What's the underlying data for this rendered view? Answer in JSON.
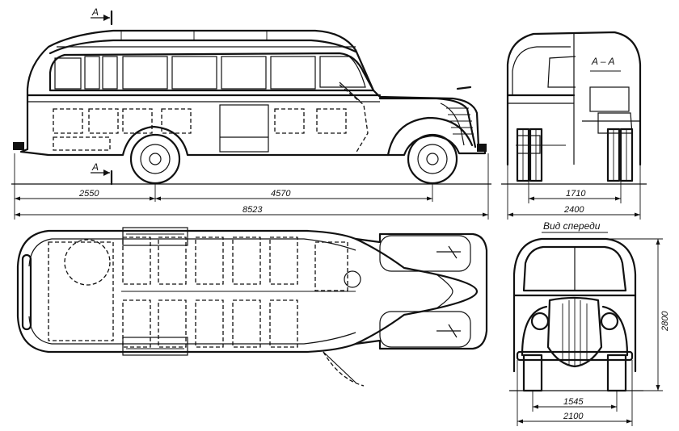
{
  "labels": {
    "section_marker_top": "A",
    "section_marker_bottom": "A",
    "section_title": "A – A",
    "front_view_title": "Вид спереди"
  },
  "dimensions": {
    "rear_overhang": "2550",
    "wheelbase": "4570",
    "overall_length": "8523",
    "rear_track": "1710",
    "overall_width_section": "2400",
    "height": "2800",
    "front_track": "1545",
    "overall_width_front": "2100"
  }
}
